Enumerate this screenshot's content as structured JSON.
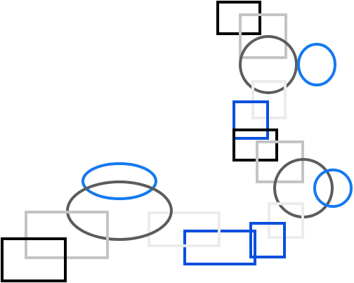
{
  "colors": {
    "background": "#ffffff",
    "black": "#000000",
    "dark_gray": "#5c5c5c",
    "light_gray": "#c4c4c4",
    "pale_gray": "#ececec",
    "sky_blue": "#1479f0",
    "royal_blue": "#0a4fe0"
  },
  "shapes": [
    {
      "kind": "rectangle",
      "color": "black"
    },
    {
      "kind": "rectangle",
      "color": "light_gray"
    },
    {
      "kind": "circle",
      "color": "dark_gray"
    },
    {
      "kind": "ellipse",
      "color": "sky_blue"
    },
    {
      "kind": "rectangle",
      "color": "pale_gray"
    },
    {
      "kind": "rectangle",
      "color": "royal_blue"
    },
    {
      "kind": "rectangle",
      "color": "black"
    },
    {
      "kind": "rectangle",
      "color": "light_gray"
    },
    {
      "kind": "circle",
      "color": "dark_gray"
    },
    {
      "kind": "circle",
      "color": "sky_blue"
    },
    {
      "kind": "rectangle",
      "color": "pale_gray"
    },
    {
      "kind": "rectangle",
      "color": "royal_blue"
    },
    {
      "kind": "rectangle",
      "color": "royal_blue"
    },
    {
      "kind": "rectangle",
      "color": "pale_gray"
    },
    {
      "kind": "ellipse",
      "color": "sky_blue"
    },
    {
      "kind": "ellipse",
      "color": "dark_gray"
    },
    {
      "kind": "rectangle",
      "color": "light_gray"
    },
    {
      "kind": "rectangle",
      "color": "black"
    }
  ]
}
